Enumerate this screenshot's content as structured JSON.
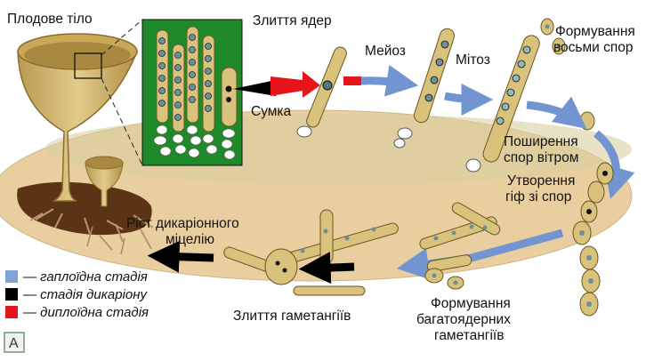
{
  "labels": {
    "fruiting_body": "Плодове тіло",
    "nuclear_fusion": "Злиття ядер",
    "meiosis": "Мейоз",
    "mitosis": "Мітоз",
    "eight_spores_l1": "Формування",
    "eight_spores_l2": "восьми спор",
    "ascus": "Сумка",
    "wind_l1": "Поширення",
    "wind_l2": "спор вітром",
    "hyphae_l1": "Утворення",
    "hyphae_l2": "гіф зі спор",
    "dikaryon_l1": "Ріст дикаріонного",
    "dikaryon_l2": "міцелію",
    "gametangia_fusion": "Злиття гаметангіїв",
    "multinuc_l1": "Формування",
    "multinuc_l2": "багатоядерних",
    "multinuc_l3": "гаметангіїв"
  },
  "legend": [
    {
      "text": "— гаплоїдна стадія",
      "color": "#7fa3d6"
    },
    {
      "text": "— стадія дикаріону",
      "color": "#000000"
    },
    {
      "text": "— диплоїдна стадія",
      "color": "#e8141b"
    }
  ],
  "watermark": "A",
  "colors": {
    "hypha": "#d9c27b",
    "soil": "#5a3415",
    "ground": "#e9cf9f",
    "inset_bg": "#1f8a2a",
    "arrow_blue": "#7295d2",
    "arrow_red": "#e8141b"
  }
}
